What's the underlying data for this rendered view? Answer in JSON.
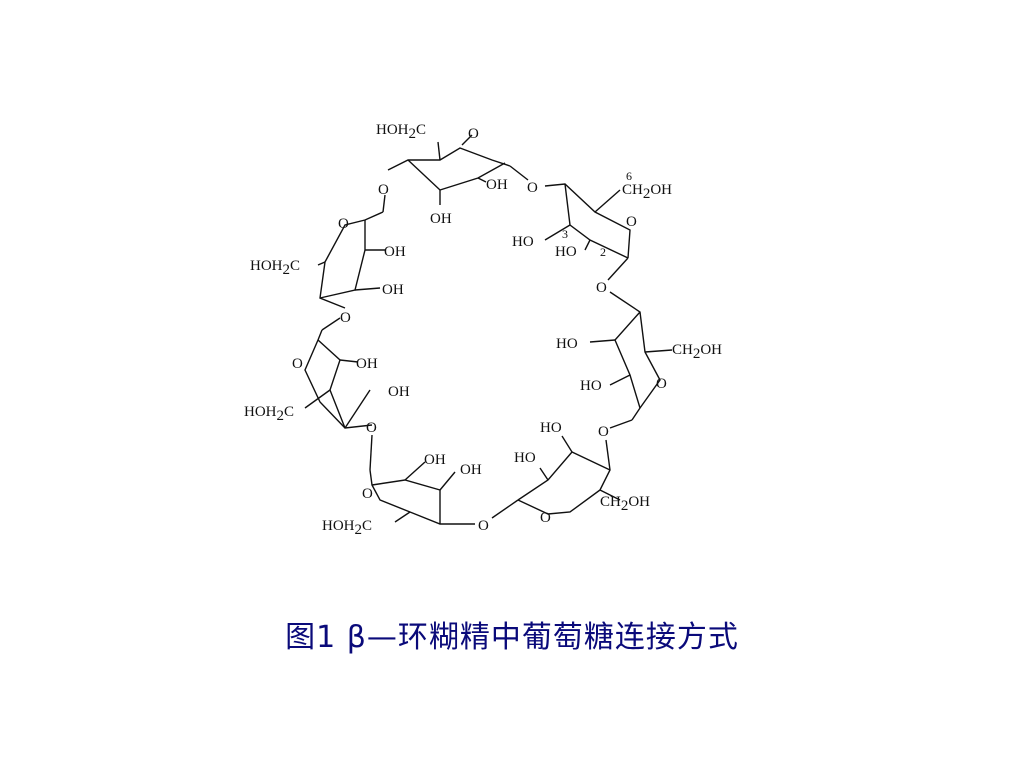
{
  "caption": "图1 β—环糊精中葡萄糖连接方式",
  "diagram": {
    "labels": {
      "hoh2c": "HOH",
      "ch2oh": "CH",
      "sub2": "2",
      "c": "C",
      "oh": "OH",
      "ho": "HO",
      "o": "O",
      "pos6": "6",
      "pos3": "3",
      "pos2": "2"
    }
  }
}
